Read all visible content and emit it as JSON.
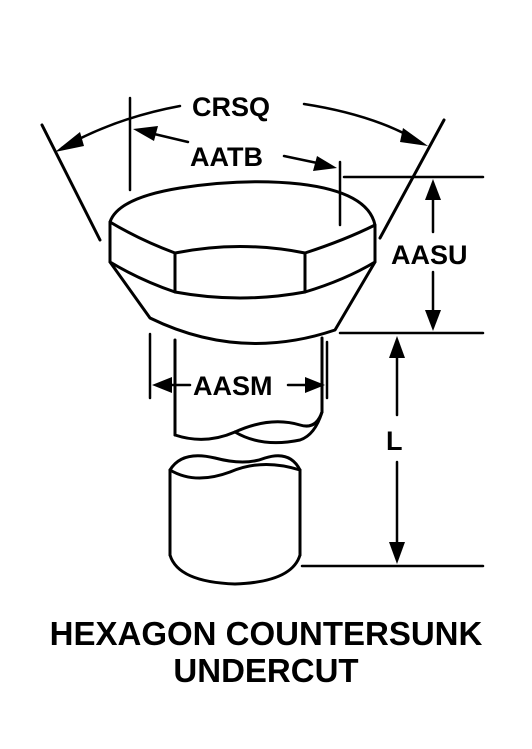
{
  "diagram": {
    "labels": {
      "crsq": "CRSQ",
      "aatb": "AATB",
      "aasu": "AASU",
      "aasm": "AASM",
      "l": "L"
    },
    "caption": {
      "line1": "HEXAGON COUNTERSUNK",
      "line2": "UNDERCUT"
    }
  }
}
